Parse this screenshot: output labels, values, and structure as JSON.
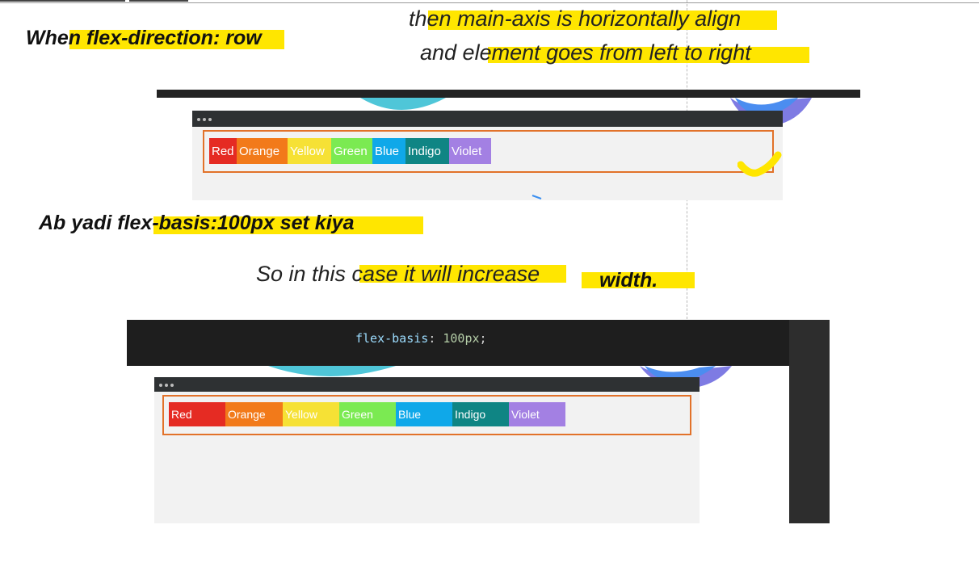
{
  "notes": {
    "title_row": "When flex-direction: row",
    "main_axis_line1": "then main-axis is horizontally align",
    "main_axis_line2": "and element goes from left to right",
    "basis_heading": "Ab yadi flex-basis:100px set kiya",
    "increase_prefix": "So in this case it will increase",
    "increase_word": "width."
  },
  "code": {
    "property": "flex-basis",
    "colon": ":",
    "value": "100px",
    "semicolon": ";"
  },
  "demo_row": {
    "items": [
      {
        "label": "Red",
        "color": "#e52b23"
      },
      {
        "label": "Orange",
        "color": "#f27a1a"
      },
      {
        "label": "Yellow",
        "color": "#f6e135"
      },
      {
        "label": "Green",
        "color": "#7bea52"
      },
      {
        "label": "Blue",
        "color": "#0fa8e9"
      },
      {
        "label": "Indigo",
        "color": "#0f8584"
      },
      {
        "label": "Violet",
        "color": "#a380e3"
      }
    ]
  },
  "demo_basis": {
    "items": [
      {
        "label": "Red",
        "color": "#e52b23"
      },
      {
        "label": "Orange",
        "color": "#f27a1a"
      },
      {
        "label": "Yellow",
        "color": "#f6e135"
      },
      {
        "label": "Green",
        "color": "#7bea52"
      },
      {
        "label": "Blue",
        "color": "#0fa8e9"
      },
      {
        "label": "Indigo",
        "color": "#0f8584"
      },
      {
        "label": "Violet",
        "color": "#a380e3"
      }
    ]
  },
  "colors": {
    "highlighter": "#ffe600",
    "container_border": "#e2722a",
    "window_titlebar": "#2e3133",
    "window_body": "#f2f2f2"
  }
}
